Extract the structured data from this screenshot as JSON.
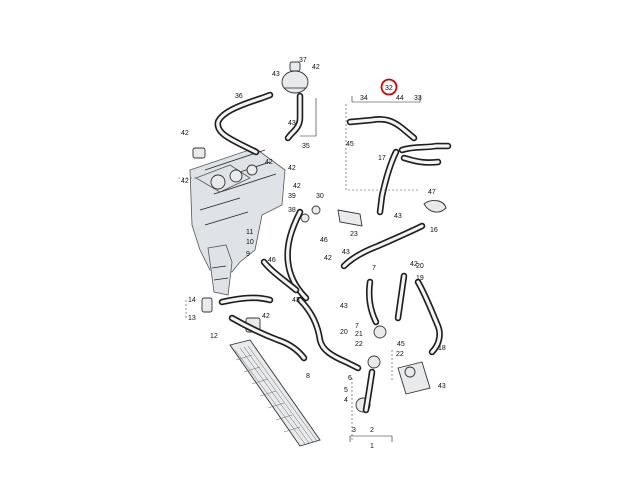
{
  "highlight_color": "#d40000",
  "hose_color": "#1e1e1e",
  "engine_color": "#dfe3e7",
  "callouts": [
    {
      "label": "37"
    },
    {
      "label": "43"
    },
    {
      "label": "42"
    },
    {
      "label": "36"
    },
    {
      "label": "42"
    },
    {
      "label": "42"
    },
    {
      "label": "42"
    },
    {
      "label": "43"
    },
    {
      "label": "42"
    },
    {
      "label": "35"
    },
    {
      "label": "32"
    },
    {
      "label": "34"
    },
    {
      "label": "44"
    },
    {
      "label": "33"
    },
    {
      "label": "45"
    },
    {
      "label": "17"
    },
    {
      "label": "42"
    },
    {
      "label": "39"
    },
    {
      "label": "30"
    },
    {
      "label": "38"
    },
    {
      "label": "47"
    },
    {
      "label": "43"
    },
    {
      "label": "16"
    },
    {
      "label": "46"
    },
    {
      "label": "23"
    },
    {
      "label": "11"
    },
    {
      "label": "10"
    },
    {
      "label": "9"
    },
    {
      "label": "46"
    },
    {
      "label": "42"
    },
    {
      "label": "43"
    },
    {
      "label": "7"
    },
    {
      "label": "42"
    },
    {
      "label": "20"
    },
    {
      "label": "19"
    },
    {
      "label": "43"
    },
    {
      "label": "43"
    },
    {
      "label": "7"
    },
    {
      "label": "20"
    },
    {
      "label": "21"
    },
    {
      "label": "22"
    },
    {
      "label": "45"
    },
    {
      "label": "12"
    },
    {
      "label": "14"
    },
    {
      "label": "13"
    },
    {
      "label": "8"
    },
    {
      "label": "6"
    },
    {
      "label": "5"
    },
    {
      "label": "4"
    },
    {
      "label": "22"
    },
    {
      "label": "18"
    },
    {
      "label": "43"
    },
    {
      "label": "3"
    },
    {
      "label": "2"
    },
    {
      "label": "1"
    },
    {
      "label": "42"
    }
  ]
}
